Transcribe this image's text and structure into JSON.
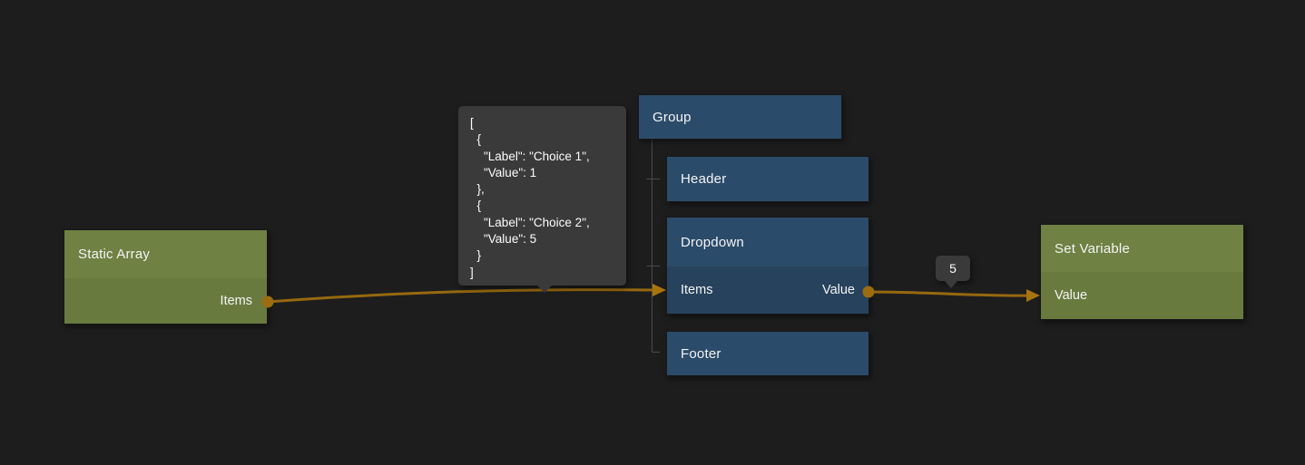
{
  "editor": {
    "background_color": "#1d1d1d",
    "wire_color": "#96690f",
    "port_color": "#9c6d10",
    "arrow_color": "#a8740e",
    "green_header_color": "#6f8143",
    "green_body_color": "#697a3f",
    "blue_header_color": "#2b4b6a",
    "blue_row_color": "#27425c"
  },
  "nodes": {
    "static_array": {
      "title": "Static Array",
      "output_port_label": "Items"
    },
    "group": {
      "title": "Group"
    },
    "group_header": {
      "title": "Header"
    },
    "dropdown": {
      "title": "Dropdown",
      "input_port_label": "Items",
      "output_port_label": "Value"
    },
    "group_footer": {
      "title": "Footer"
    },
    "set_variable": {
      "title": "Set Variable",
      "input_port_label": "Value"
    }
  },
  "tooltips": {
    "items_preview": "[\n  {\n    \"Label\": \"Choice 1\",\n    \"Value\": 1\n  },\n  {\n    \"Label\": \"Choice 2\",\n    \"Value\": 5\n  }\n]",
    "value_preview": "5"
  }
}
